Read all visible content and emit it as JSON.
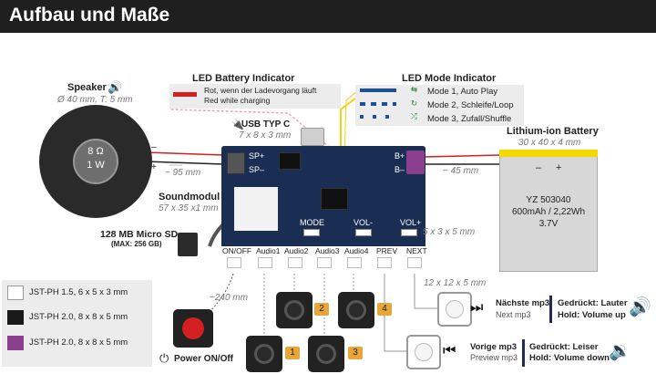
{
  "header": {
    "title": "Aufbau und Maße"
  },
  "speaker": {
    "title": "Speaker",
    "dims": "Ø 40 mm, T: 5 mm",
    "impedance": "8 Ω",
    "power": "1 W",
    "wire_length": "~ 95 mm",
    "minus": "–",
    "plus": "+"
  },
  "led_battery": {
    "title": "LED Battery Indicator",
    "de": "Rot, wenn der Ladevorgang läuft",
    "en": "Red while charging",
    "color": "#d42020"
  },
  "led_mode": {
    "title": "LED Mode Indicator",
    "modes": [
      {
        "label": "Mode 1, Auto Play"
      },
      {
        "label": "Mode 2, Schleife/Loop"
      },
      {
        "label": "Mode 3, Zufall/Shuffle"
      }
    ],
    "color": "#1a4fa0"
  },
  "usb": {
    "title": "USB TYP C",
    "dims": "7 x 8 x 3 mm"
  },
  "battery": {
    "title": "Lithium-ion Battery",
    "dims": "30 x 40 x 4 mm",
    "minus": "–",
    "plus": "+",
    "model": "YZ 503040",
    "capacity": "600mAh / 2,22Wh",
    "voltage": "3.7V",
    "wire_length": "~ 45 mm"
  },
  "soundmodul": {
    "title": "Soundmodul",
    "dims": "57 x 35 x1 mm"
  },
  "sdcard": {
    "title": "128 MB Micro SD",
    "note": "(MAX: 256 GB)"
  },
  "board": {
    "sp_plus": "SP+",
    "sp_minus": "SP–",
    "b_plus": "B+",
    "b_minus": "B–",
    "mode": "MODE",
    "vol_minus": "VOL-",
    "vol_plus": "VOL+",
    "switch_dims": "5 x 3 x 5 mm",
    "ports": [
      "ON/OFF",
      "Audio1",
      "Audio2",
      "Audio3",
      "Audio4",
      "PREV",
      "NEXT"
    ]
  },
  "power": {
    "wire_length": "~240 mm",
    "label": "Power ON/Off"
  },
  "buttons": {
    "tags": [
      "1",
      "2",
      "3",
      "4"
    ],
    "dims": "12 x 12 x 5 mm"
  },
  "next": {
    "title": "Nächste mp3",
    "sub": "Next mp3",
    "pressed": "Gedrückt: Lauter",
    "hold": "Hold: Volume up"
  },
  "prev": {
    "title": "Vorige mp3",
    "sub": "Preview mp3",
    "pressed": "Gedrückt: Leiser",
    "hold": "Hold: Volume down"
  },
  "legend": [
    {
      "label": "JST-PH 1.5, 6 x 5 x 3 mm",
      "color": "#ffffff"
    },
    {
      "label": "JST-PH 2.0, 8 x 8 x 5 mm",
      "color": "#1a1a1a"
    },
    {
      "label": "JST-PH 2.0, 8 x 8 x 5 mm",
      "color": "#8a3f8f"
    }
  ]
}
